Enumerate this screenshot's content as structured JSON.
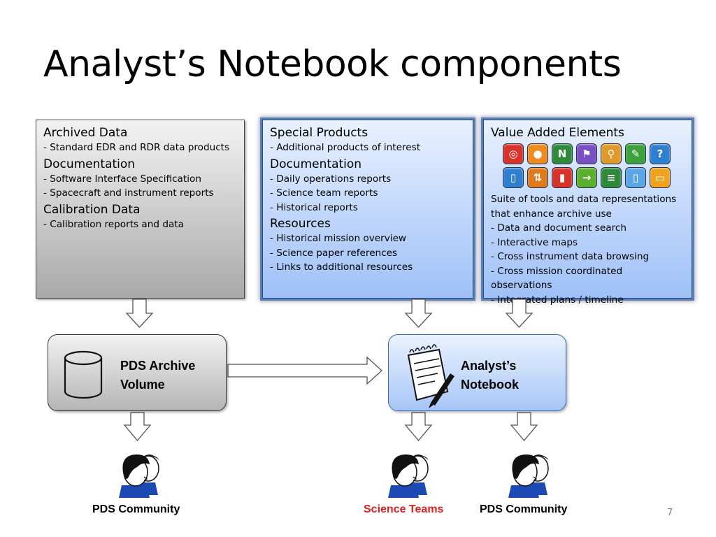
{
  "slide": {
    "title": "Analyst’s Notebook components",
    "page_number": "7"
  },
  "panels": {
    "archived": {
      "heading1": "Archived Data",
      "item1": "- Standard EDR and RDR data products",
      "heading2": "Documentation",
      "item2": "- Software Interface Specification",
      "item3": "- Spacecraft and instrument reports",
      "heading3": "Calibration Data",
      "item4": "- Calibration reports and data"
    },
    "special": {
      "heading1": "Special Products",
      "item1": "- Additional products of interest",
      "heading2": "Documentation",
      "item2": "- Daily operations reports",
      "item3": "- Science team reports",
      "item4": "- Historical reports",
      "heading3": "Resources",
      "item5": "- Historical mission overview",
      "item6": "- Science paper references",
      "item7": "- Links to additional resources"
    },
    "value_added": {
      "heading": "Value Added Elements",
      "desc1": "Suite of tools and data representations",
      "desc2": "that enhance archive use",
      "item1": "- Data and document search",
      "item2": "- Interactive maps",
      "item3": "- Cross instrument data browsing",
      "item4": "- Cross mission coordinated observations",
      "item5": "- Integrated plans / timeline",
      "icons_row1": [
        {
          "name": "target-icon",
          "glyph": "◎",
          "color": "#d8322b"
        },
        {
          "name": "circle-icon",
          "glyph": "●",
          "color": "#f08a1e"
        },
        {
          "name": "compass-north-icon",
          "glyph": "N",
          "color": "#2f8a3c"
        },
        {
          "name": "flag-icon",
          "glyph": "⚑",
          "color": "#7b4fc4"
        },
        {
          "name": "magnifier-icon",
          "glyph": "⚲",
          "color": "#e09a2a"
        },
        {
          "name": "wrench-icon",
          "glyph": "✎",
          "color": "#3ca23c"
        },
        {
          "name": "help-icon",
          "glyph": "?",
          "color": "#2f7fd1"
        }
      ],
      "icons_row2": [
        {
          "name": "document-icon",
          "glyph": "▯",
          "color": "#2f7fd1"
        },
        {
          "name": "up-down-arrows-icon",
          "glyph": "⇅",
          "color": "#e07a1e"
        },
        {
          "name": "bar-chart-icon",
          "glyph": "▮",
          "color": "#d8322b"
        },
        {
          "name": "arrow-right-icon",
          "glyph": "→",
          "color": "#5cae2e"
        },
        {
          "name": "list-icon",
          "glyph": "≡",
          "color": "#2e8a3a"
        },
        {
          "name": "page-icon",
          "glyph": "▯",
          "color": "#5aa6e6"
        },
        {
          "name": "timeline-icon",
          "glyph": "▭",
          "color": "#f0a21e"
        }
      ]
    }
  },
  "boxes": {
    "archive_line1": "PDS Archive",
    "archive_line2": "Volume",
    "notebook_line1": "Analyst’s",
    "notebook_line2": "Notebook"
  },
  "people": {
    "left": "PDS Community",
    "middle": "Science Teams",
    "right": "PDS Community",
    "middle_color": "#e02020"
  }
}
